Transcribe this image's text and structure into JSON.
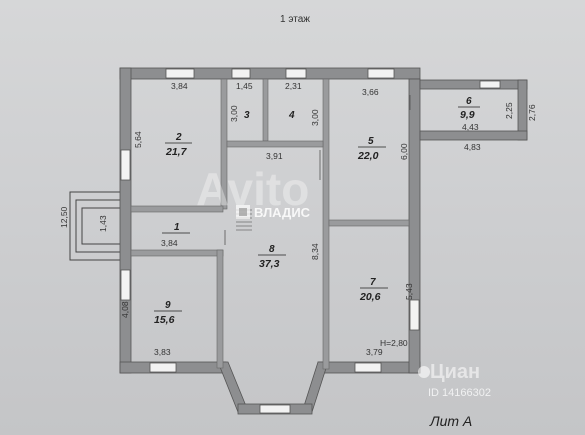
{
  "title": "1 этаж",
  "lit": "Лит А",
  "rooms": [
    {
      "num": "1",
      "area": ""
    },
    {
      "num": "2",
      "area": "21,7"
    },
    {
      "num": "3",
      "area": ""
    },
    {
      "num": "4",
      "area": ""
    },
    {
      "num": "5",
      "area": "22,0"
    },
    {
      "num": "6",
      "area": "9,9"
    },
    {
      "num": "7",
      "area": "20,6"
    },
    {
      "num": "8",
      "area": "37,3"
    },
    {
      "num": "9",
      "area": "15,6"
    }
  ],
  "dims": {
    "r2_top": "3,84",
    "r2_side": "5,64",
    "r3_top": "1,45",
    "r3_side": "3,00",
    "r4_top": "2,31",
    "r4_side": "3,00",
    "r5_top": "3,66",
    "r5_side": "6,00",
    "r6_side": "2,25",
    "r6_ext": "2,76",
    "r6_mid": "4,43",
    "r6_bot": "4,83",
    "corr_top": "3,91",
    "r1_side": "1,43",
    "r1_bot": "3,84",
    "overall_h": "12,50",
    "r8_side": "8,34",
    "r7_side": "5,43",
    "r7_bot": "3,79",
    "ceiling": "H=2,80",
    "r9_side": "4,08",
    "r9_bot": "3,83"
  },
  "watermarks": {
    "avito": "Avito",
    "vladis": "ВЛАДИС",
    "cian": "Циан",
    "id": "ID 14166302"
  }
}
